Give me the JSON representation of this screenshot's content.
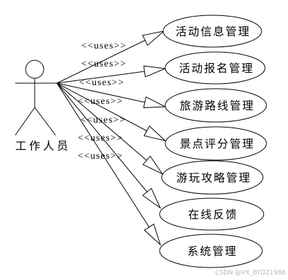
{
  "actor": {
    "label": "工作人员"
  },
  "use_cases": [
    {
      "label": "活动信息管理",
      "relation": "<<uses>>"
    },
    {
      "label": "活动报名管理",
      "relation": "<<uses>>"
    },
    {
      "label": "旅游路线管理",
      "relation": "<<uses>>"
    },
    {
      "label": "景点评分管理",
      "relation": "<<uses>>"
    },
    {
      "label": "游玩攻略管理",
      "relation": "<<uses>>"
    },
    {
      "label": "在线反馈",
      "relation": "<<uses>>"
    },
    {
      "label": "系统管理",
      "relation": "<<uses>>"
    }
  ],
  "watermark": "CSDN @VX_BYDZ1988"
}
